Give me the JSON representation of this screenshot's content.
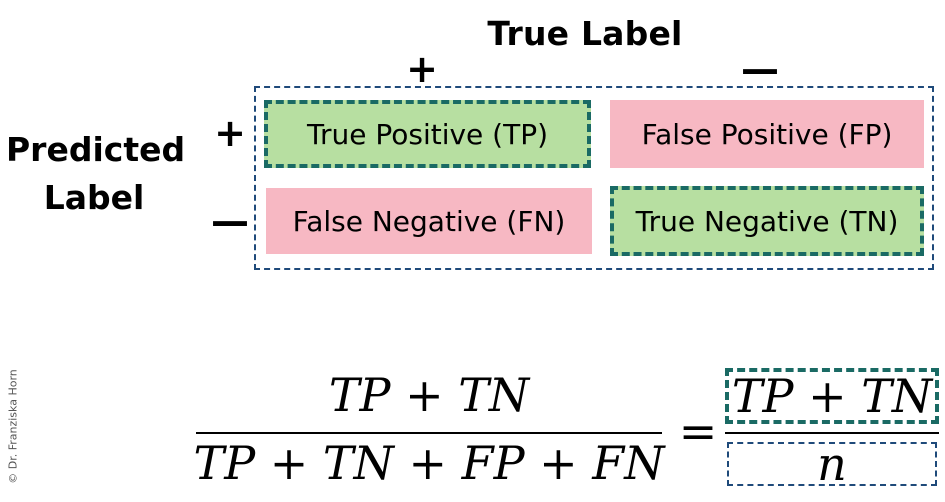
{
  "header": {
    "true_label": "True Label",
    "plus": "+",
    "minus": "—"
  },
  "predicted": {
    "line1": "Predicted",
    "line2": "Label",
    "plus": "+",
    "minus": "—"
  },
  "cells": {
    "tp": "True Positive (TP)",
    "fp": "False Positive (FP)",
    "fn": "False Negative (FN)",
    "tn": "True Negative (TN)"
  },
  "formula": {
    "numerator": "TP + TN",
    "denominator": "TP + TN + FP + FN",
    "equals": "=",
    "rhs_numerator": "TP + TN",
    "rhs_denominator": "n"
  },
  "copyright": "© Dr. Franziska Horn",
  "colors": {
    "green_fill": "#b7dfa1",
    "green_border": "#1a6a64",
    "pink_fill": "#f7b8c3",
    "blue_border": "#1f4a7a"
  }
}
